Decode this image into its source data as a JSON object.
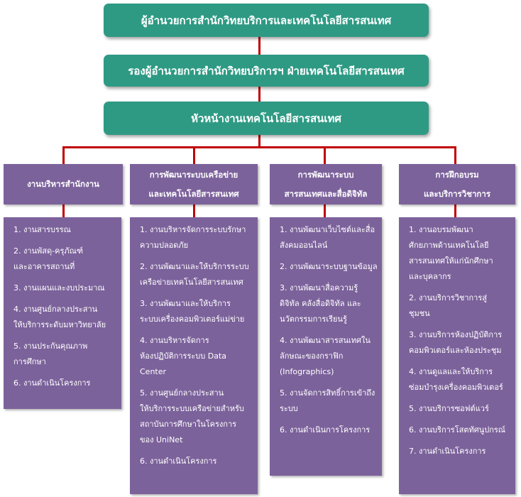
{
  "top": {
    "director": "ผู้อำนวยการสำนักวิทยบริการและเทคโนโลยีสารสนเทศ",
    "deputy": "รองผู้อำนวยการสำนักวิทยบริการฯ ฝ่ายเทคโนโลยีสารสนเทศ",
    "head": "หัวหน้างานเทคโนโลยีสารสนเทศ"
  },
  "units": [
    {
      "title": [
        "งานบริหารสำนักงาน"
      ],
      "items": [
        "1. งานสารบรรณ",
        "2. งานพัสดุ-ครุภัณฑ์\nและอาคารสถานที่",
        "3. งานแผนและงบประมาณ",
        "4. งานศูนย์กลางประสาน\nให้บริการระดับมหาวิทยาลัย",
        "5. งานประกันคุณภาพ\nการศึกษา",
        "6. งานดำเนินโครงการ"
      ]
    },
    {
      "title": [
        "การพัฒนาระบบเครือข่าย",
        "และเทคโนโลยีสารสนเทศ"
      ],
      "items": [
        "1. งานบริหารจัดการระบบรักษา\nความปลอดภัย",
        "2. งานพัฒนาและให้บริการระบบ\nเครือข่ายเทคโนโลยีสารสนเทศ",
        "3. งานพัฒนาและให้บริการ\nระบบเครื่องคอมพิวเตอร์แม่ข่าย",
        "4. งานบริหารจัดการ\nห้องปฏิบัติการระบบ Data\nCenter",
        "5. งานศูนย์กลางประสาน\nให้บริการระบบเครือข่ายสำหรับ\nสถาบันการศึกษาในโครงการ\nของ UniNet",
        "6. งานดำเนินโครงการ"
      ]
    },
    {
      "title": [
        "การพัฒนาระบบ",
        "สารสนเทศและสื่อดิจิทัล"
      ],
      "items": [
        "1. งานพัฒนาเว็บไซต์และสื่อ\nสังคมออนไลน์",
        "2. งานพัฒนาระบบฐานข้อมูล",
        "3. งานพัฒนาสื่อความรู้\nดิจิทัล คลังสื่อดิจิทัล และ\nนวัตกรรมการเรียนรู้",
        "4. งานพัฒนาสารสนเทศใน\nลักษณะของกราฟิก\n(Infographics)",
        "5. งานจัดการสิทธิ์การเข้าถึง\nระบบ",
        "6. งานดำเนินการโครงการ"
      ]
    },
    {
      "title": [
        "การฝึกอบรม",
        "และบริการวิชาการ"
      ],
      "items": [
        "1. งานอบรมพัฒนา\nศักยภาพด้านเทคโนโลยี\nสารสนเทศให้แก่นักศึกษา\nและบุคลากร",
        "2. งานบริการวิชาการสู่\nชุมชน",
        "3. งานบริการห้องปฏิบัติการ\nคอมพิวเตอร์และห้องประชุม",
        "4. งานดูแลและให้บริการ\nซ่อมบำรุงเครื่องคอมพิวเตอร์",
        "5. งานบริการซอฟต์แวร์",
        "6. งานบริการโสตทัศนูปกรณ์",
        "7. งานดำเนินโครงการ"
      ]
    }
  ]
}
